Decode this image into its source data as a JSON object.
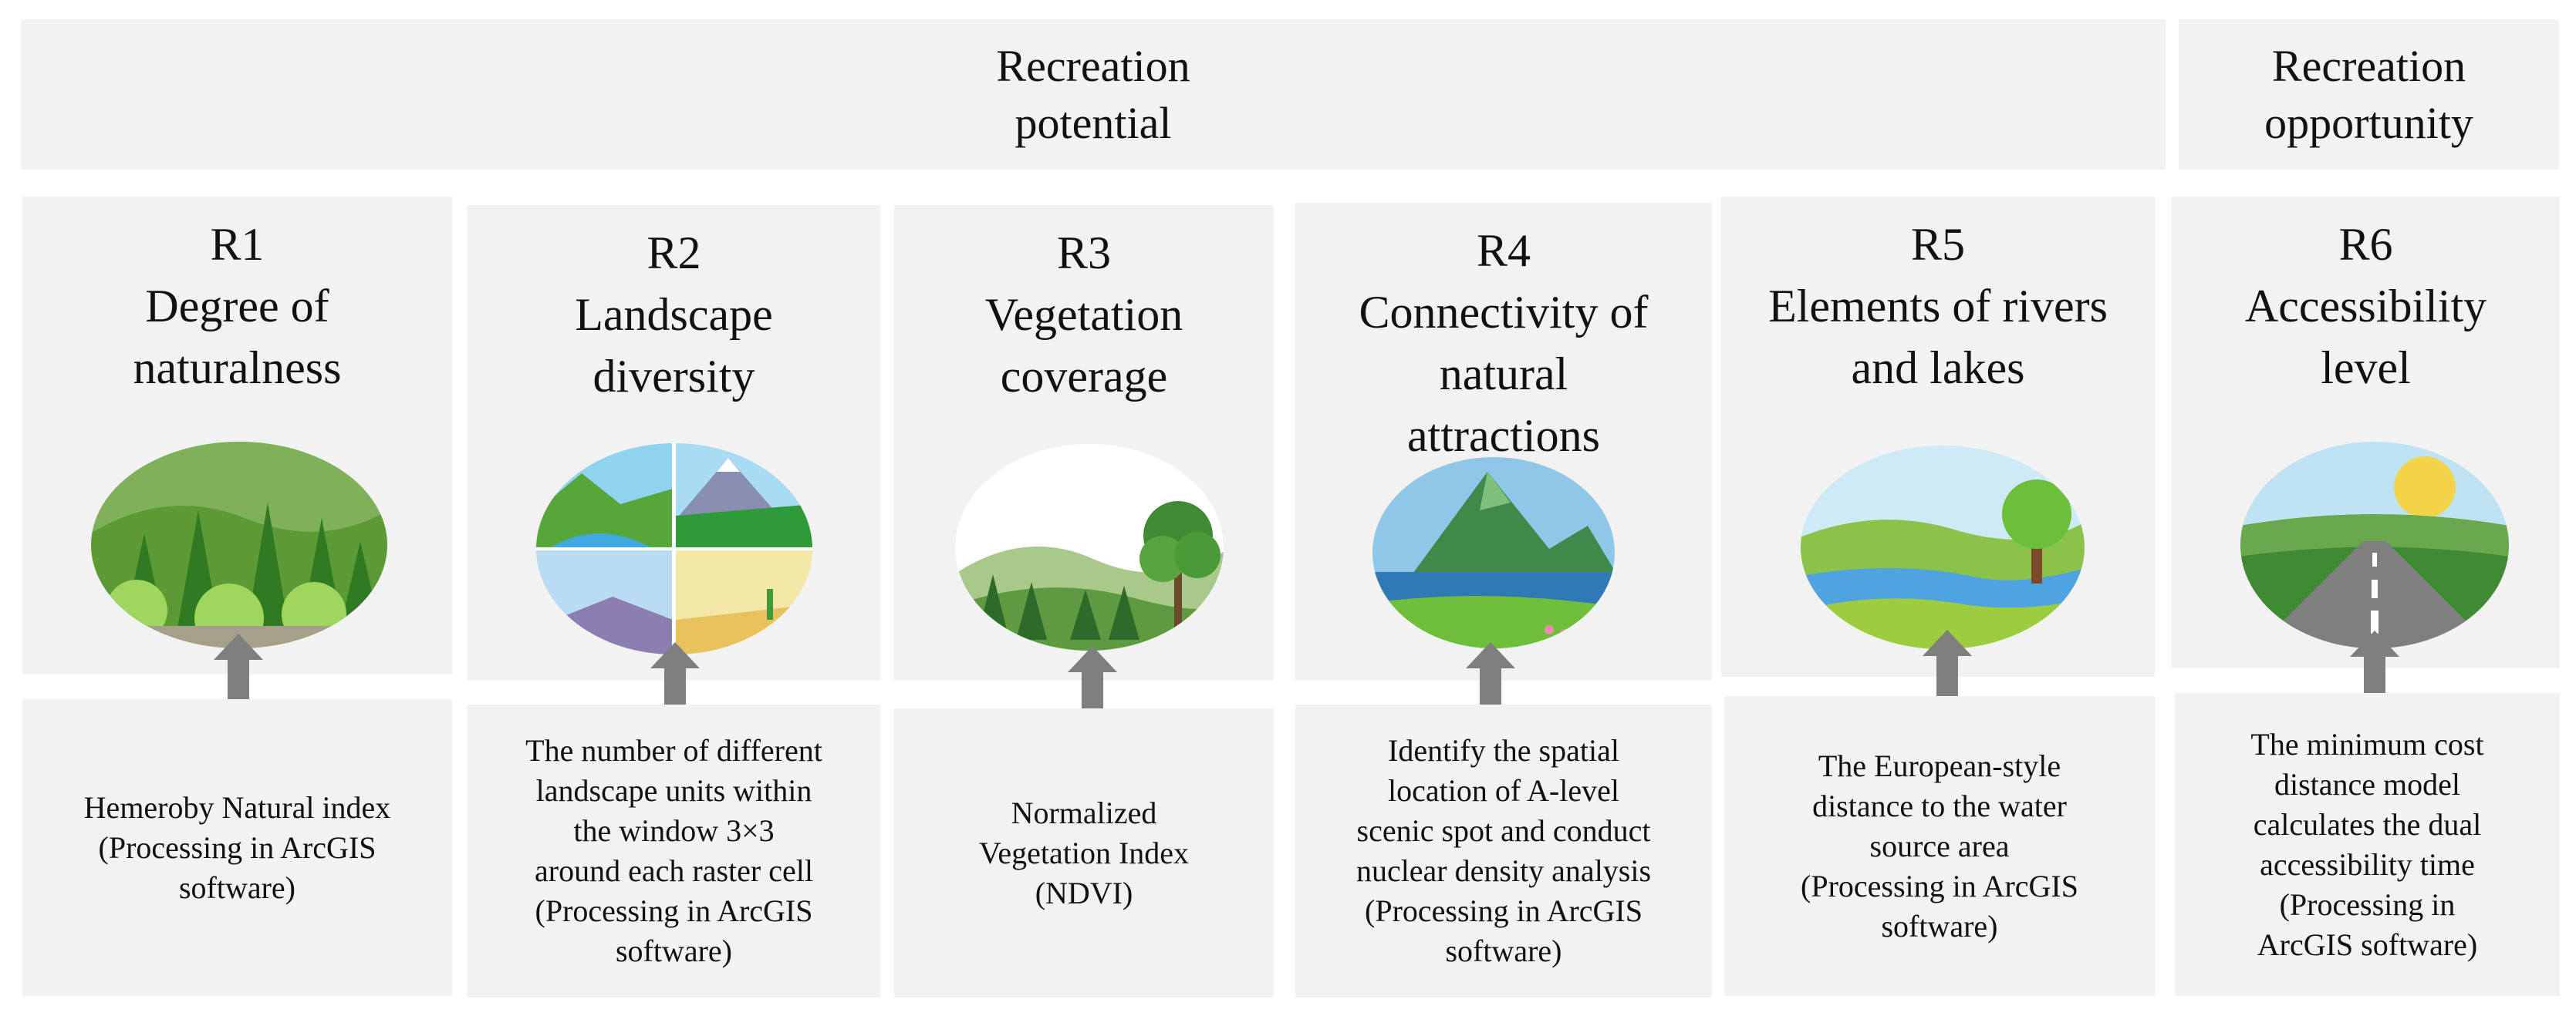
{
  "headers": {
    "potential": [
      "Recreation",
      "potential"
    ],
    "opportunity": [
      "Recreation",
      "opportunity"
    ]
  },
  "columns": [
    {
      "code": "R1",
      "title_lines": [
        "Degree of",
        "naturalness"
      ],
      "image": "forest-icon",
      "desc_lines": [
        "Hemeroby Natural index",
        "(Processing in ArcGIS",
        "software)"
      ]
    },
    {
      "code": "R2",
      "title_lines": [
        "Landscape",
        "diversity"
      ],
      "image": "landscape-mosaic-icon",
      "desc_lines": [
        "The number of different",
        "landscape units within",
        "the window 3×3",
        "around each raster cell",
        "(Processing in ArcGIS",
        "software)"
      ]
    },
    {
      "code": "R3",
      "title_lines": [
        "Vegetation",
        "coverage"
      ],
      "image": "vegetation-icon",
      "desc_lines": [
        "Normalized",
        "Vegetation Index",
        "(NDVI)"
      ]
    },
    {
      "code": "R4",
      "title_lines": [
        "Connectivity of",
        "natural",
        "attractions"
      ],
      "image": "mountain-attraction-icon",
      "desc_lines": [
        "Identify the spatial",
        "location of A-level",
        "scenic spot and conduct",
        "nuclear density analysis",
        "(Processing in ArcGIS",
        "software)"
      ]
    },
    {
      "code": "R5",
      "title_lines": [
        "Elements of rivers",
        "and lakes"
      ],
      "image": "river-icon",
      "desc_lines": [
        "The European-style",
        "distance to the water",
        "source area",
        "(Processing in ArcGIS",
        "software)"
      ]
    },
    {
      "code": "R6",
      "title_lines": [
        "Accessibility",
        "level"
      ],
      "image": "road-icon",
      "desc_lines": [
        "The minimum cost",
        "distance model",
        "calculates the dual",
        "accessibility time",
        "(Processing in",
        "ArcGIS software)"
      ]
    }
  ],
  "colors": {
    "panel": "#f2f2f2",
    "arrow": "#7f7f7f"
  }
}
